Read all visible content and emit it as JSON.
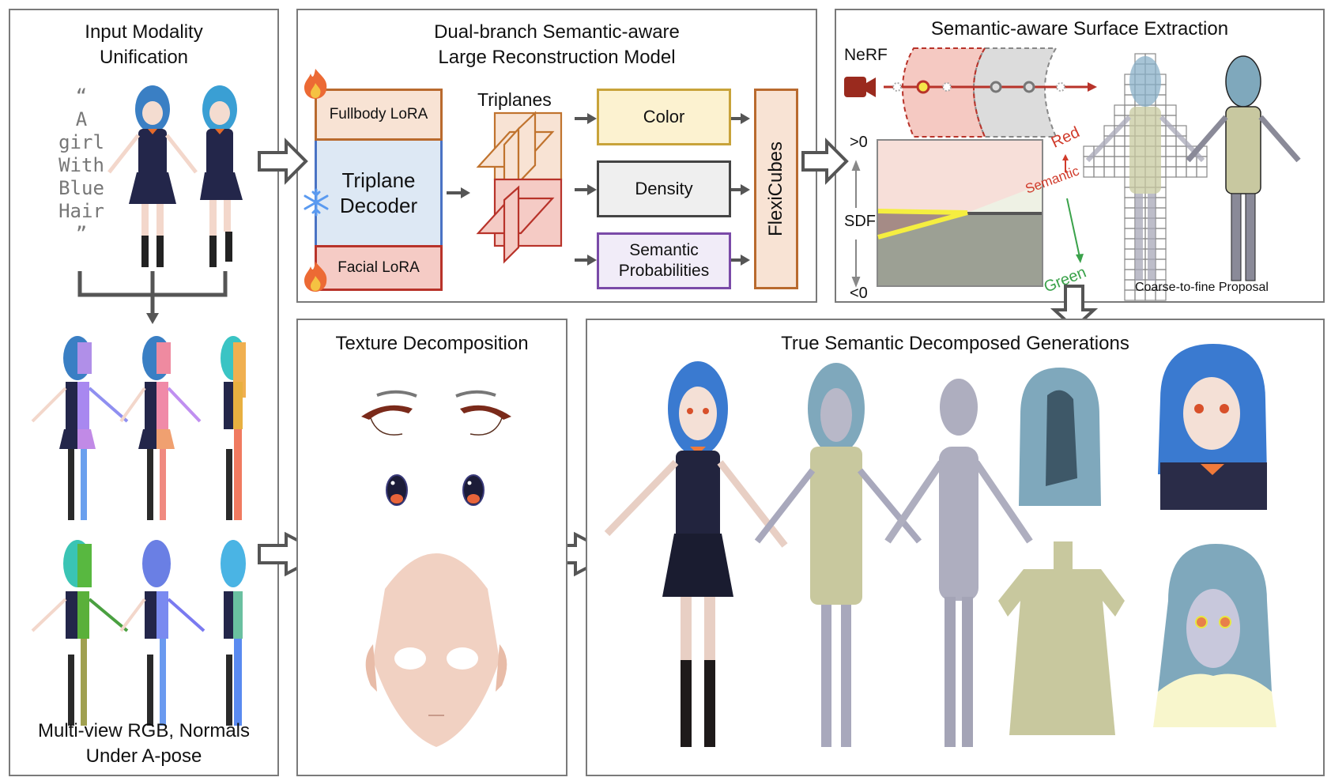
{
  "panels": {
    "input": {
      "title_line1": "Input Modality",
      "title_line2": "Unification",
      "prompt_open_quote": "“",
      "prompt_lines": [
        "A",
        "girl",
        "With",
        "Blue",
        "Hair"
      ],
      "prompt_close_quote": "”",
      "caption_line1": "Multi-view RGB, Normals",
      "caption_line2": "Under A-pose"
    },
    "lrm": {
      "title_line1": "Dual-branch Semantic-aware",
      "title_line2": "Large Reconstruction Model",
      "fullbody_lora": "Fullbody LoRA",
      "decoder_line1": "Triplane",
      "decoder_line2": "Decoder",
      "facial_lora": "Facial LoRA",
      "triplanes": "Triplanes",
      "color": "Color",
      "density": "Density",
      "semantic_line1": "Semantic",
      "semantic_line2": "Probabilities",
      "flexicubes": "FlexiCubes",
      "icons": {
        "trainable": "fire-icon",
        "frozen": "snowflake-icon"
      }
    },
    "surface": {
      "title": "Semantic-aware Surface Extraction",
      "nerf": "NeRF",
      "sdf": "SDF",
      "sdf_pos": ">0",
      "sdf_neg": "<0",
      "red": "Red",
      "semantic": "Semantic",
      "green": "Green",
      "proposal_caption": "Coarse-to-fine Proposal"
    },
    "texture": {
      "title": "Texture Decomposition",
      "layers": [
        "eyebrows-eyelashes",
        "irises",
        "face-skin"
      ]
    },
    "generations": {
      "title": "True Semantic Decomposed Generations",
      "items": [
        "full-character",
        "hair-clothing-body",
        "body",
        "hair",
        "clothing",
        "head-closeup-textured",
        "head-closeup-semantic"
      ]
    }
  },
  "colors": {
    "panel_border": "#7a7a7a",
    "arrow": "#555555",
    "fullbody_fill": "#f8e3d4",
    "fullbody_stroke": "#b96a2e",
    "decoder_fill": "#dde8f4",
    "decoder_stroke": "#4a73c4",
    "facial_fill": "#f5cbc5",
    "facial_stroke": "#b8332a",
    "color_fill": "#fcf2d0",
    "color_stroke": "#c8a33a",
    "density_fill": "#efefef",
    "density_stroke": "#444444",
    "semantic_fill": "#f1ecf8",
    "semantic_stroke": "#7a4aa8",
    "flexi_fill": "#f8e3d4",
    "flexi_stroke": "#b96a2e",
    "red_text": "#d03a2a",
    "green_text": "#3aa24a"
  }
}
